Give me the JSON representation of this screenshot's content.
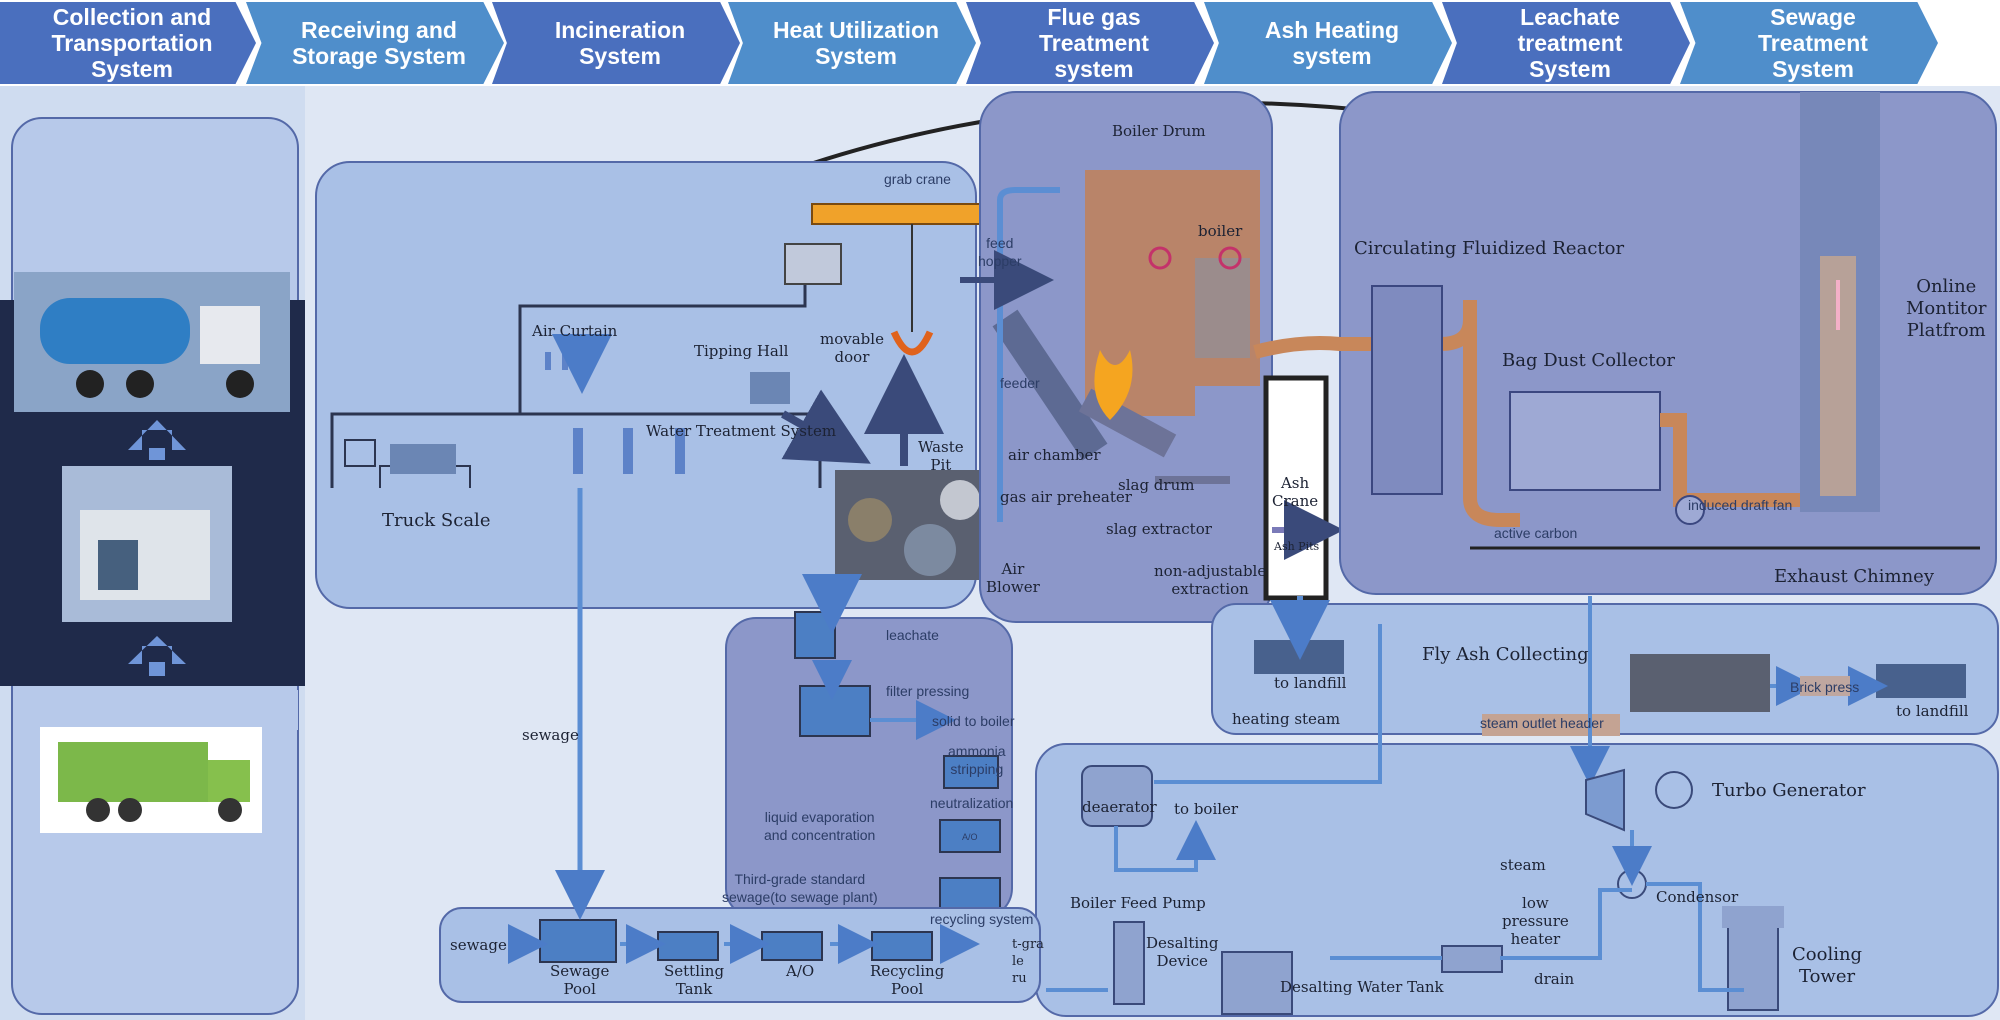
{
  "header": {
    "stages": [
      {
        "label": "Collection and\nTransportation\nSystem",
        "color": "#4a6fbe"
      },
      {
        "label": "Receiving and\nStorage System",
        "color": "#4f8ecb"
      },
      {
        "label": "Incineration\nSystem",
        "color": "#4a6fbe"
      },
      {
        "label": "Heat Utilization\nSystem",
        "color": "#4f8ecb"
      },
      {
        "label": "Flue gas\nTreatment\nsystem",
        "color": "#4a6fbe"
      },
      {
        "label": "Ash Heating\nsystem",
        "color": "#4f8ecb"
      },
      {
        "label": "Leachate\ntreatment\nSystem",
        "color": "#4a6fbe"
      },
      {
        "label": "Sewage\nTreatment\nSystem",
        "color": "#4f8ecb"
      }
    ]
  },
  "labels": {
    "grab_crane": "grab crane",
    "feed_hopper": "feed\nhopper",
    "boiler_drum": "Boiler Drum",
    "boiler": "boiler",
    "circulating_reactor": "Circulating Fluidized Reactor",
    "online_monitor": "Online\nMontitor\nPlatfrom",
    "air_curtain": "Air Curtain",
    "tipping_hall": "Tipping Hall",
    "movable_door": "movable\ndoor",
    "feeder": "feeder",
    "bag_dust_collector": "Bag Dust Collector",
    "water_treatment": "Water Treatment System",
    "waste_pit": "Waste\nPit",
    "air_chamber": "air chamber",
    "slag_drum": "slag drum",
    "ash_crane": "Ash\nCrane",
    "gas_air_preheater": "gas air preheater",
    "truck_scale": "Truck Scale",
    "slag_extractor": "slag extractor",
    "active_carbon": "active carbon",
    "induced_draft_fan": "induced draft fan",
    "ash_pits": "Ash Pits",
    "air_blower": "Air\nBlower",
    "non_adjustable": "non-adjustable\nextraction",
    "exhaust_chimney": "Exhaust Chimney",
    "leachate": "leachate",
    "to_landfill_1": "to landfill",
    "fly_ash": "Fly Ash Collecting",
    "filter_pressing": "filter pressing",
    "brick_press": "Brick press",
    "to_landfill_2": "to landfill",
    "solid_to_boiler": "solid to boiler",
    "heating_steam": "heating steam",
    "steam_outlet_header": "steam outlet header",
    "sewage_left": "sewage",
    "ammonia_stripping": "ammonia\nstripping",
    "turbo_generator": "Turbo Generator",
    "deaerator": "deaerator",
    "to_boiler": "to boiler",
    "neutralization": "neutralization",
    "liquid_evaporation": "liquid  evaporation\nand concentration",
    "ao_small": "A/O",
    "steam": "steam",
    "third_grade": "Third-grade standard\nsewage(to sewage plant)",
    "condensor": "Condensor",
    "low_pressure_heater": "low\npressure\nheater",
    "boiler_feed_pump": "Boiler Feed Pump",
    "recycling_system": "recycling system",
    "desalting_device": "Desalting\nDevice",
    "cooling_tower": "Cooling\nTower",
    "drain": "drain",
    "sewage_in": "sewage",
    "sewage_pool": "Sewage\nPool",
    "settling_tank": "Settling\nTank",
    "ao": "A/O",
    "recycling_pool": "Recycling\nPool",
    "desalting_water_tank": "Desalting Water Tank",
    "third_grade_cut": "t-gra\nle\nru"
  },
  "colors": {
    "panel_fill": "#a9bee3",
    "panel_dark": "#8c97c9",
    "pipe_blue": "#5b8ed3",
    "pipe_orange": "#c8875a",
    "boiler_brown": "#b98469",
    "left_column_dark": "#1f2a4a",
    "left_column_light": "#c3d3ee"
  }
}
